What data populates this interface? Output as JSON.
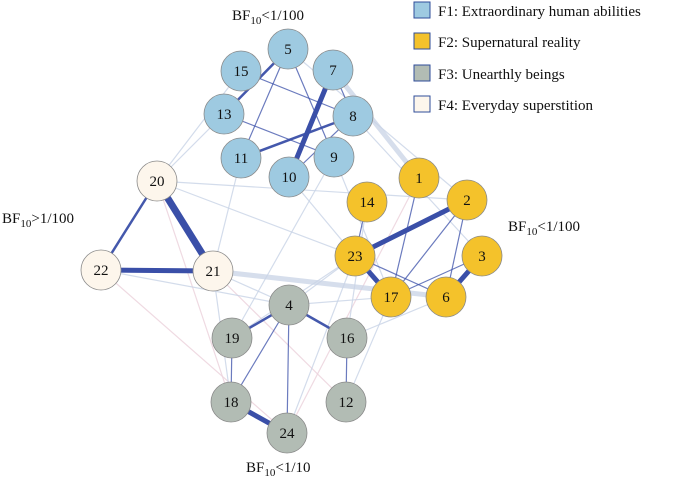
{
  "legend": [
    {
      "id": "F1",
      "label": "F1: Extraordinary human abilities",
      "color": "#9ecae1"
    },
    {
      "id": "F2",
      "label": "F2: Supernatural reality",
      "color": "#f4c22b"
    },
    {
      "id": "F3",
      "label": "F3: Unearthly beings",
      "color": "#b2bcb4"
    },
    {
      "id": "F4",
      "label": "F4: Everyday superstition",
      "color": "#fdf6ec"
    }
  ],
  "annotations": {
    "f1": {
      "prefix": "BF",
      "sub": "10",
      "suffix": "<1/100"
    },
    "f2": {
      "prefix": "BF",
      "sub": "10",
      "suffix": "<1/100"
    },
    "f3": {
      "prefix": "BF",
      "sub": "10",
      "suffix": "<1/10"
    },
    "f4": {
      "prefix": "BF",
      "sub": "10",
      "suffix": ">1/100"
    }
  },
  "colors": {
    "strong_edge": "#3a4fa8",
    "faint_edge": "#c8d3e6",
    "faint_pink_edge": "#ecd3dd",
    "node_stroke": "#8a8a8a"
  },
  "nodes": [
    {
      "id": "5",
      "group": "F1"
    },
    {
      "id": "15",
      "group": "F1"
    },
    {
      "id": "7",
      "group": "F1"
    },
    {
      "id": "13",
      "group": "F1"
    },
    {
      "id": "8",
      "group": "F1"
    },
    {
      "id": "11",
      "group": "F1"
    },
    {
      "id": "9",
      "group": "F1"
    },
    {
      "id": "10",
      "group": "F1"
    },
    {
      "id": "1",
      "group": "F2"
    },
    {
      "id": "14",
      "group": "F2"
    },
    {
      "id": "2",
      "group": "F2"
    },
    {
      "id": "23",
      "group": "F2"
    },
    {
      "id": "3",
      "group": "F2"
    },
    {
      "id": "17",
      "group": "F2"
    },
    {
      "id": "6",
      "group": "F2"
    },
    {
      "id": "4",
      "group": "F3"
    },
    {
      "id": "19",
      "group": "F3"
    },
    {
      "id": "16",
      "group": "F3"
    },
    {
      "id": "18",
      "group": "F3"
    },
    {
      "id": "12",
      "group": "F3"
    },
    {
      "id": "24",
      "group": "F3"
    },
    {
      "id": "20",
      "group": "F4"
    },
    {
      "id": "22",
      "group": "F4"
    },
    {
      "id": "21",
      "group": "F4"
    }
  ],
  "edges": [
    {
      "from": "20",
      "to": "21",
      "strength": "very-strong"
    },
    {
      "from": "22",
      "to": "21",
      "strength": "strong"
    },
    {
      "from": "20",
      "to": "22",
      "strength": "medium"
    },
    {
      "from": "7",
      "to": "10",
      "strength": "strong"
    },
    {
      "from": "5",
      "to": "13",
      "strength": "medium"
    },
    {
      "from": "5",
      "to": "11",
      "strength": "weak"
    },
    {
      "from": "8",
      "to": "11",
      "strength": "medium"
    },
    {
      "from": "13",
      "to": "9",
      "strength": "weak"
    },
    {
      "from": "10",
      "to": "8",
      "strength": "weak"
    },
    {
      "from": "15",
      "to": "8",
      "strength": "weak"
    },
    {
      "from": "7",
      "to": "8",
      "strength": "weak"
    },
    {
      "from": "5",
      "to": "9",
      "strength": "weak"
    },
    {
      "from": "23",
      "to": "2",
      "strength": "strong"
    },
    {
      "from": "23",
      "to": "17",
      "strength": "strong"
    },
    {
      "from": "3",
      "to": "6",
      "strength": "strong"
    },
    {
      "from": "1",
      "to": "17",
      "strength": "weak"
    },
    {
      "from": "2",
      "to": "6",
      "strength": "weak"
    },
    {
      "from": "23",
      "to": "6",
      "strength": "weak"
    },
    {
      "from": "14",
      "to": "23",
      "strength": "weak"
    },
    {
      "from": "17",
      "to": "3",
      "strength": "weak"
    },
    {
      "from": "2",
      "to": "17",
      "strength": "weak"
    },
    {
      "from": "4",
      "to": "19",
      "strength": "medium"
    },
    {
      "from": "4",
      "to": "16",
      "strength": "medium"
    },
    {
      "from": "18",
      "to": "24",
      "strength": "strong"
    },
    {
      "from": "4",
      "to": "18",
      "strength": "weak"
    },
    {
      "from": "4",
      "to": "24",
      "strength": "weak"
    },
    {
      "from": "16",
      "to": "12",
      "strength": "weak"
    },
    {
      "from": "19",
      "to": "18",
      "strength": "weak"
    },
    {
      "from": "7",
      "to": "1",
      "strength": "faint-wide"
    },
    {
      "from": "21",
      "to": "6",
      "strength": "faint-wide"
    },
    {
      "from": "21",
      "to": "4",
      "strength": "faint"
    },
    {
      "from": "20",
      "to": "2",
      "strength": "faint"
    },
    {
      "from": "20",
      "to": "23",
      "strength": "faint"
    },
    {
      "from": "22",
      "to": "4",
      "strength": "faint"
    },
    {
      "from": "10",
      "to": "23",
      "strength": "faint"
    },
    {
      "from": "9",
      "to": "17",
      "strength": "faint"
    },
    {
      "from": "13",
      "to": "20",
      "strength": "faint"
    },
    {
      "from": "11",
      "to": "21",
      "strength": "faint"
    },
    {
      "from": "4",
      "to": "23",
      "strength": "faint"
    },
    {
      "from": "4",
      "to": "17",
      "strength": "faint"
    },
    {
      "from": "19",
      "to": "23",
      "strength": "faint"
    },
    {
      "from": "16",
      "to": "6",
      "strength": "faint"
    },
    {
      "from": "12",
      "to": "17",
      "strength": "faint"
    },
    {
      "from": "24",
      "to": "23",
      "strength": "faint"
    },
    {
      "from": "18",
      "to": "21",
      "strength": "faint"
    },
    {
      "from": "20",
      "to": "18",
      "strength": "faint-pink"
    },
    {
      "from": "22",
      "to": "24",
      "strength": "faint-pink"
    },
    {
      "from": "21",
      "to": "12",
      "strength": "faint-pink"
    },
    {
      "from": "15",
      "to": "20",
      "strength": "faint"
    },
    {
      "from": "8",
      "to": "3",
      "strength": "faint"
    },
    {
      "from": "5",
      "to": "2",
      "strength": "faint"
    },
    {
      "from": "14",
      "to": "16",
      "strength": "faint"
    },
    {
      "from": "1",
      "to": "24",
      "strength": "faint-pink"
    },
    {
      "from": "9",
      "to": "19",
      "strength": "faint"
    }
  ]
}
